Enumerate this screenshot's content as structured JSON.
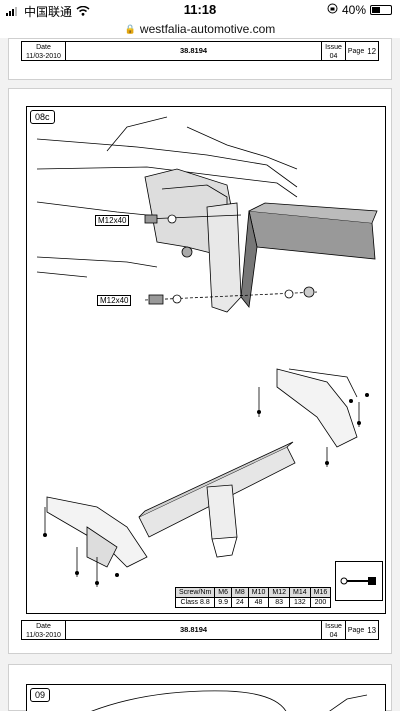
{
  "status_bar": {
    "carrier": "中国联通",
    "time": "11:18",
    "battery": "40%"
  },
  "browser": {
    "url": "westfalia-automotive.com"
  },
  "page12_footer": {
    "date_label": "Date",
    "date_value": "11/03-2010",
    "doc_number": "38.8194",
    "issue_label": "Issue",
    "issue_value": "04",
    "page_label": "Page",
    "page_value": "12"
  },
  "page13": {
    "step": "08c",
    "bolt_label_1": "M12x40",
    "bolt_label_2": "M12x40",
    "torque_table": {
      "header": [
        "Screw/Nm",
        "M6",
        "M8",
        "M10",
        "M12",
        "M14",
        "M16"
      ],
      "row": [
        "Class 8.8",
        "9.9",
        "24",
        "48",
        "83",
        "132",
        "200"
      ]
    },
    "footer": {
      "date_label": "Date",
      "date_value": "11/03-2010",
      "doc_number": "38.8194",
      "issue_label": "Issue",
      "issue_value": "04",
      "page_label": "Page",
      "page_value": "13"
    }
  },
  "page14": {
    "step": "09"
  }
}
